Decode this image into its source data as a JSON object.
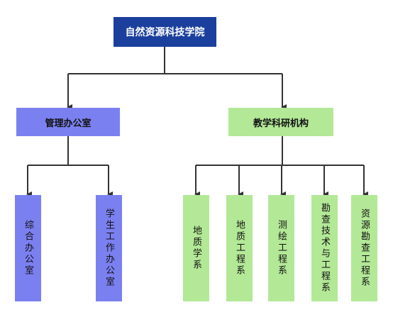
{
  "chart": {
    "root": {
      "label": "自然资源科技学院"
    },
    "branches": [
      {
        "label": "管理办公室",
        "color": "#7b80f0",
        "children": [
          "综合办公室",
          "学生工作办公室"
        ]
      },
      {
        "label": "教学科研机构",
        "color": "#b3e897",
        "children": [
          "地质学系",
          "地质工程系",
          "测绘工程系",
          "勘查技术与工程系",
          "资源勘查工程系"
        ]
      }
    ],
    "root_color": "#1b3f9c",
    "connector_color": "#333333"
  }
}
